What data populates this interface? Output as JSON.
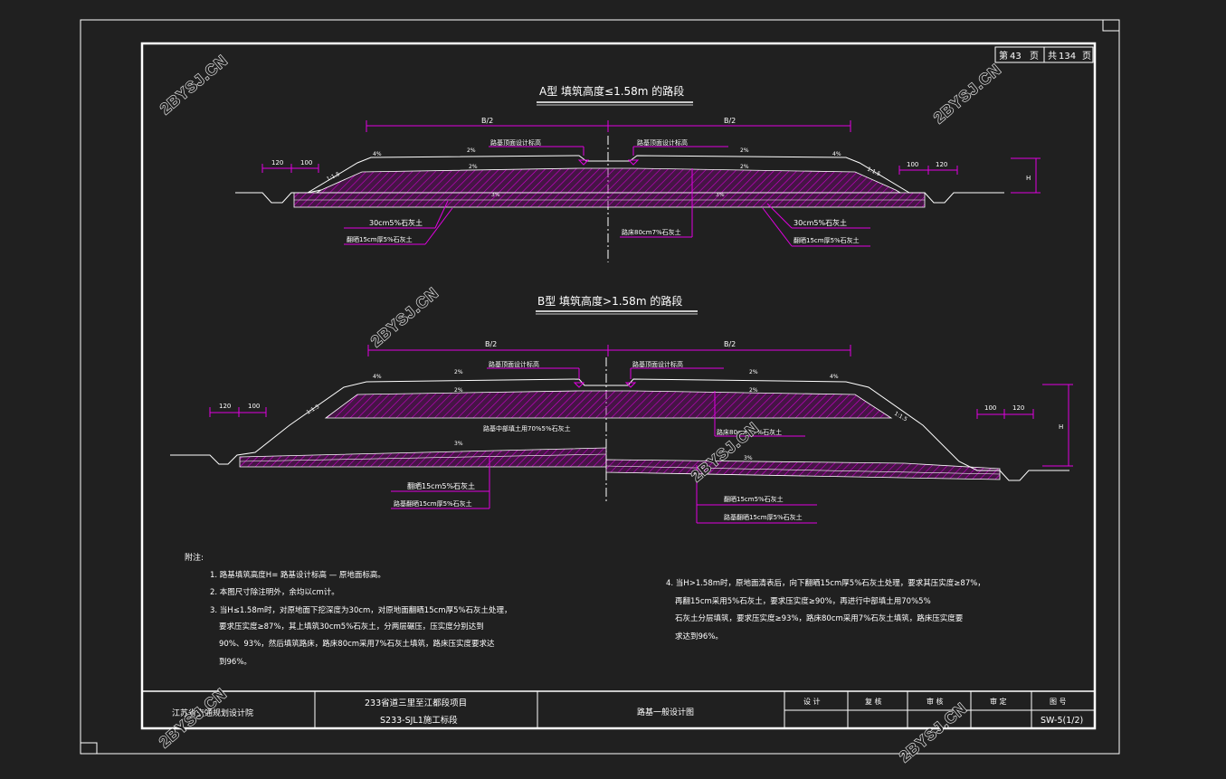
{
  "colors": {
    "background": "#202020",
    "frame": "#ffffff",
    "dimension": "#e000e0",
    "hatch": "#c000c0",
    "leader": "#e000e0",
    "watermark": "#e0e0e0"
  },
  "watermark": "2BYSJ.CN",
  "sheet": {
    "page_label": "第",
    "page_no": "43",
    "page_unit": "页",
    "total_label": "共",
    "total_no": "134",
    "total_unit": "页"
  },
  "section_a": {
    "title": "A型  填筑高度≤1.58m 的路段",
    "dim_half_left": "B/2",
    "dim_half_right": "B/2",
    "dim_left_outer": "120",
    "dim_left_inner": "100",
    "dim_right_inner": "100",
    "dim_right_outer": "120",
    "height_mark": "H",
    "slope_left": "1:1.5",
    "slope_right": "1:1.5",
    "grade_shoulder_l": "4%",
    "grade_shoulder_r": "4%",
    "grade_surface_l": "2%",
    "grade_surface_r": "2%",
    "grade_base_l": "2%",
    "grade_base_r": "2%",
    "grade_bottom_l": "3%",
    "grade_bottom_r": "3%",
    "label_design_l": "路基顶面设计标高",
    "label_design_r": "路基顶面设计标高",
    "label_lime30_l": "30cm5%石灰土",
    "label_lime15_l": "翻晒15cm厚5%石灰土",
    "label_center": "路床80cm7%石灰土",
    "label_lime30_r": "30cm5%石灰土",
    "label_lime15_r": "翻晒15cm厚5%石灰土"
  },
  "section_b": {
    "title": "B型  填筑高度>1.58m 的路段",
    "dim_half_left": "B/2",
    "dim_half_right": "B/2",
    "dim_left_outer": "120",
    "dim_left_inner": "100",
    "dim_right_inner": "100",
    "dim_right_outer": "120",
    "height_mark": "H",
    "slope_left": "1:1.5",
    "slope_right": "1:1.5",
    "grade_shoulder_l": "4%",
    "grade_shoulder_r": "4%",
    "grade_surface_l": "2%",
    "grade_surface_r": "2%",
    "grade_base_l": "2%",
    "grade_base_r": "2%",
    "grade_mid_l": "3%",
    "grade_mid_r": "3%",
    "label_design_l": "路基顶面设计标高",
    "label_design_r": "路基顶面设计标高",
    "label_fill": "路基中部填土用70%5%石灰土",
    "label_bed": "路床80cm",
    "label_bed2": "7%石灰土",
    "label_lime15_l": "翻晒15cm5%石灰土",
    "label_base15_l": "路基翻晒15cm厚5%石灰土",
    "label_lime15_r": "翻晒15cm5%石灰土",
    "label_base15_r": "路基翻晒15cm厚5%石灰土"
  },
  "notes": {
    "heading": "附注:",
    "n1": "1. 路基填筑高度H= 路基设计标高 — 原地面标高。",
    "n2": "2. 本图尺寸除注明外，余均以cm计。",
    "n3a": "3. 当H≤1.58m时，对原地面下挖深度为30cm，对原地面翻晒15cm厚5%石灰土处理，",
    "n3b": "要求压实度≥87%，其上填筑30cm5%石灰土，分两层碾压，压实度分别达到",
    "n3c": "90%、93%，然后填筑路床，路床80cm采用7%石灰土填筑，路床压实度要求达",
    "n3d": "到96%。",
    "n4a": "4. 当H>1.58m时，原地面清表后，向下翻晒15cm厚5%石灰土处理，要求其压实度≥87%，",
    "n4b": "再翻15cm采用5%石灰土，要求压实度≥90%，再进行中部填土用70%5%",
    "n4c": "石灰土分层填筑，要求压实度≥93%，路床80cm采用7%石灰土填筑，路床压实度要",
    "n4d": "求达到96%。"
  },
  "title_block": {
    "org": "江苏省交通规划设计院",
    "project_line1": "233省道三里至江都段项目",
    "project_line2": "S233-SJL1施工标段",
    "drawing_name": "路基一般设计图",
    "design_label": "设 计",
    "check_label": "复 核",
    "review_label": "审 核",
    "approve_label": "审 定",
    "no_label": "图 号",
    "drawing_no": "SW-5(1/2)"
  }
}
